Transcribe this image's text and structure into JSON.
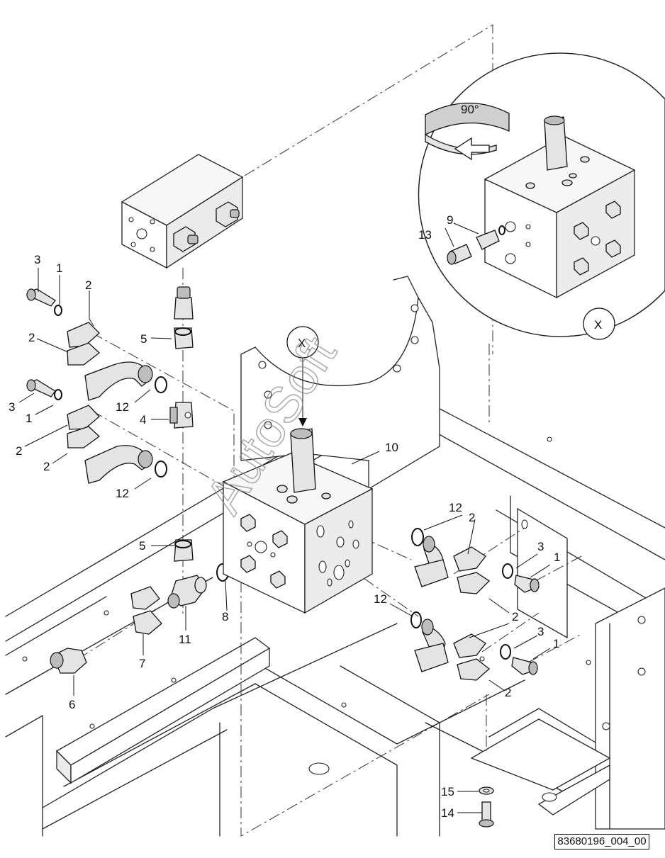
{
  "diagram": {
    "callouts": {
      "detail": "X",
      "rotation": "90°",
      "watermark": "AutoSoft",
      "reference": "83680196_004_00"
    },
    "labels": [
      "1",
      "2",
      "3",
      "4",
      "5",
      "6",
      "7",
      "8",
      "9",
      "10",
      "11",
      "12",
      "13",
      "14",
      "15"
    ]
  }
}
